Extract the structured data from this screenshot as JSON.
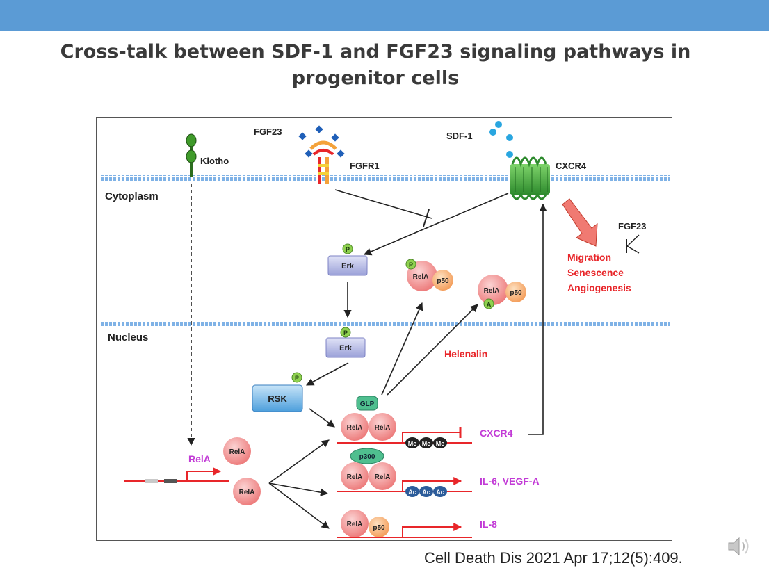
{
  "slide": {
    "title_line1": "Cross-talk between SDF-1 and FGF23 signaling pathways in",
    "title_line2": "progenitor cells",
    "citation": "Cell Death Dis 2021 Apr 17;12(5):409."
  },
  "diagram": {
    "fgf23_top": "FGF23",
    "sdf1": "SDF-1",
    "klotho": "Klotho",
    "fgfr1": "FGFR1",
    "cxcr4_receptor": "CXCR4",
    "cytoplasm": "Cytoplasm",
    "nucleus": "Nucleus",
    "fgf23_side": "FGF23",
    "migration": "Migration",
    "senescence": "Senescence",
    "angiogenesis": "Angiogenesis",
    "p": "P",
    "a": "A",
    "erk": "Erk",
    "rsk": "RSK",
    "rela": "RelA",
    "p50": "p50",
    "glp": "GLP",
    "p300": "p300",
    "me": "Me",
    "ac": "Ac",
    "helenalin": "Helenalin",
    "rela_gene": "RelA",
    "cxcr4_gene": "CXCR4",
    "il6_vegfa": "IL-6, VEGF-A",
    "il8": "IL-8"
  },
  "colors": {
    "topbar": "#5b9bd5",
    "title": "#3a3a3a",
    "membrane": "#7fb2e6",
    "red_text": "#e8262a",
    "magenta_text": "#c23bd6",
    "rela_fill": "#f28b8b",
    "p50_fill": "#f7b074",
    "phospho": "#8fd14f",
    "erk_fill": "#b9bde6",
    "rsk_fill": "#79b9e8",
    "glp_fill": "#4fbf8f",
    "klotho_fill": "#3f9a2a",
    "cxcr4_fill": "#3aa040",
    "me_fill": "#222222",
    "ac_fill": "#2c5c9a"
  }
}
